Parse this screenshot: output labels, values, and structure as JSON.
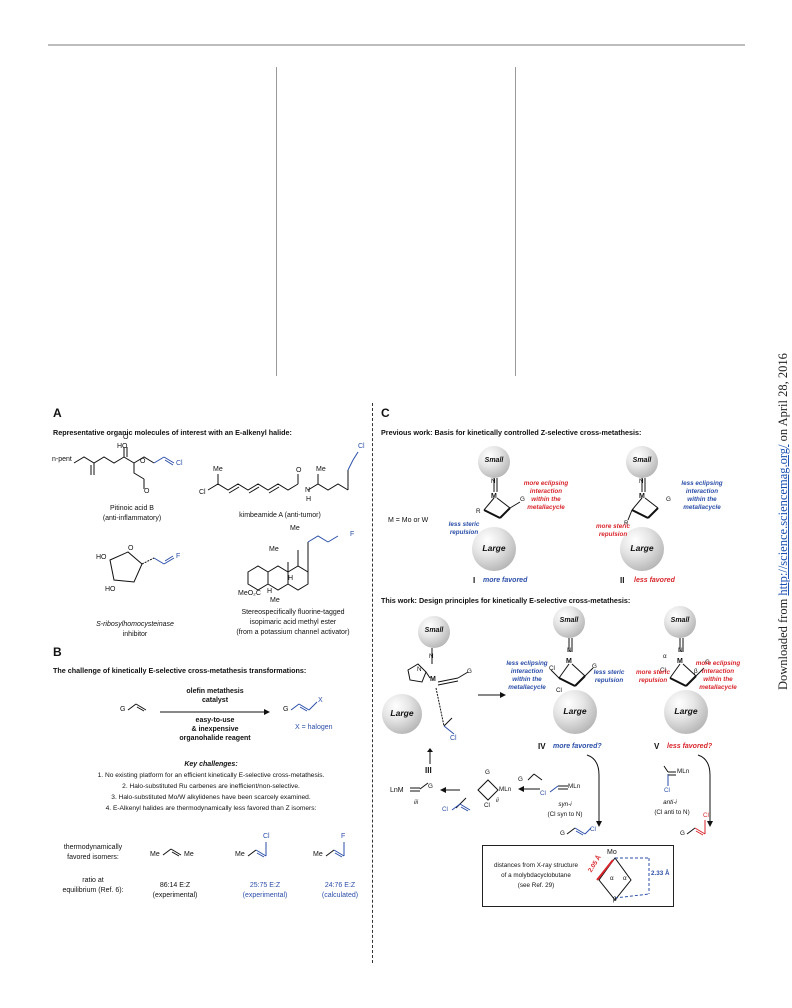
{
  "sidebar": {
    "prefix": "Downloaded from ",
    "url": "http://science.sciencemag.org/",
    "suffix": " on April 28, 2016"
  },
  "panelA": {
    "letter": "A",
    "heading": "Representative organic molecules of interest with an E-alkenyl halide:",
    "molecules": {
      "pitinoic_name": "Pitinoic acid B",
      "pitinoic_activity": "(anti-inflammatory)",
      "pitinoic_sub": "n-pent",
      "pitinoic_ho": "HO",
      "pitinoic_o1": "O",
      "pitinoic_o2": "O",
      "pitinoic_cl": "Cl",
      "kimbe_name": "kimbeamide A (anti-tumor)",
      "kimbe_cl": "Cl",
      "kimbe_me1": "Me",
      "kimbe_me2": "Me",
      "kimbe_o": "O",
      "kimbe_nh": "N",
      "kimbe_h": "H",
      "ribosyl_name": "S-ribosylhomocysteinase",
      "ribosyl_name2": "inhibitor",
      "ribosyl_ho1": "HO",
      "ribosyl_ho2": "HO",
      "ribosyl_o": "O",
      "ribosyl_f": "F",
      "isopim_name1": "Stereospecifically fluorine-tagged",
      "isopim_name2": "isopimaric acid methyl ester",
      "isopim_name3": "(from a potassium channel activator)",
      "isopim_me1": "Me",
      "isopim_me2": "Me",
      "isopim_me3": "Me",
      "isopim_h1": "H",
      "isopim_h2": "H",
      "isopim_ester": "MeO₂C",
      "isopim_f": "F"
    }
  },
  "panelB": {
    "letter": "B",
    "heading": "The challenge of kinetically E-selective cross-metathesis transformations:",
    "reactant": "G",
    "catalyst1": "olefin metathesis",
    "catalyst2": "catalyst",
    "reagent1": "easy-to-use",
    "reagent2": "& inexpensive",
    "reagent3": "organohalide reagent",
    "product_g": "G",
    "product_x": "X",
    "x_def": "X = halogen",
    "challenges_title": "Key challenges:",
    "challenges": [
      "1. No existing platform for an efficient kinetically E-selective cross-metathesis.",
      "2. Halo-substituted Ru carbenes are inefficient/non-selective.",
      "3. Halo-substituted Mo/W alkylidenes have been scarcely examined.",
      "4. E-Alkenyl halides are thermodynamically less favored than Z isomers:"
    ],
    "thermo_label1": "thermodynamically",
    "thermo_label2": "favored isomers:",
    "ratio_label1": "ratio at",
    "ratio_label2": "equilibrium (Ref. 6):",
    "isomers": [
      {
        "left": "Me",
        "right": "Me",
        "top": "",
        "ratio": "86:14 E:Z",
        "note": "(experimental)"
      },
      {
        "left": "Me",
        "right": "",
        "top": "Cl",
        "ratio": "25:75 E:Z",
        "note": "(experimental)"
      },
      {
        "left": "Me",
        "right": "",
        "top": "F",
        "ratio": "24:76 E:Z",
        "note": "(calculated)"
      }
    ]
  },
  "panelC": {
    "letter": "C",
    "heading_prev": "Previous work: Basis for kinetically controlled Z-selective cross-metathesis:",
    "heading_this": "This work: Design principles for kinetically E-selective cross-metathesis:",
    "metal_def": "M = Mo or W",
    "small": "Small",
    "large": "Large",
    "I_label": "I",
    "I_text": "more favored",
    "II_label": "II",
    "II_text": "less favored",
    "I_blue": "less steric\nrepulsion",
    "I_red": "more eclipsing\ninteraction\nwithin the\nmetallacycle",
    "II_red": "more steric\nrepulsion",
    "II_blue": "less eclipsing\ninteraction\nwithin the\nmetallacycle",
    "III_label": "III",
    "IV_label": "IV",
    "IV_text": "more favored?",
    "V_label": "V",
    "V_text": "less favored?",
    "IV_blue1": "less eclipsing\ninteraction\nwithin the\nmetallacycle",
    "IV_blue2": "less steric\nrepulsion",
    "V_red1": "more steric\nrepulsion",
    "V_red2": "more eclipsing\ninteraction\nwithin the\nmetallacycle",
    "atoms": {
      "M": "M",
      "N": "N",
      "R": "R",
      "G": "G",
      "Cl": "Cl",
      "alpha": "α",
      "beta": "β"
    },
    "syn_label": "syn-i",
    "syn_note": "(Cl syn to N)",
    "anti_label": "anti-i",
    "anti_note": "(Cl anti to N)",
    "ii_label": "ii",
    "iii_label": "iii",
    "ml": "MLn",
    "lnm": "LnM",
    "xray_box1": "distances from X-ray structure",
    "xray_box2": "of a molybdacyclobutane",
    "xray_box3": "(see Ref. 29)",
    "mo": "Mo",
    "dist_red": "2.05 Å",
    "dist_blue": "2.33 Å"
  }
}
